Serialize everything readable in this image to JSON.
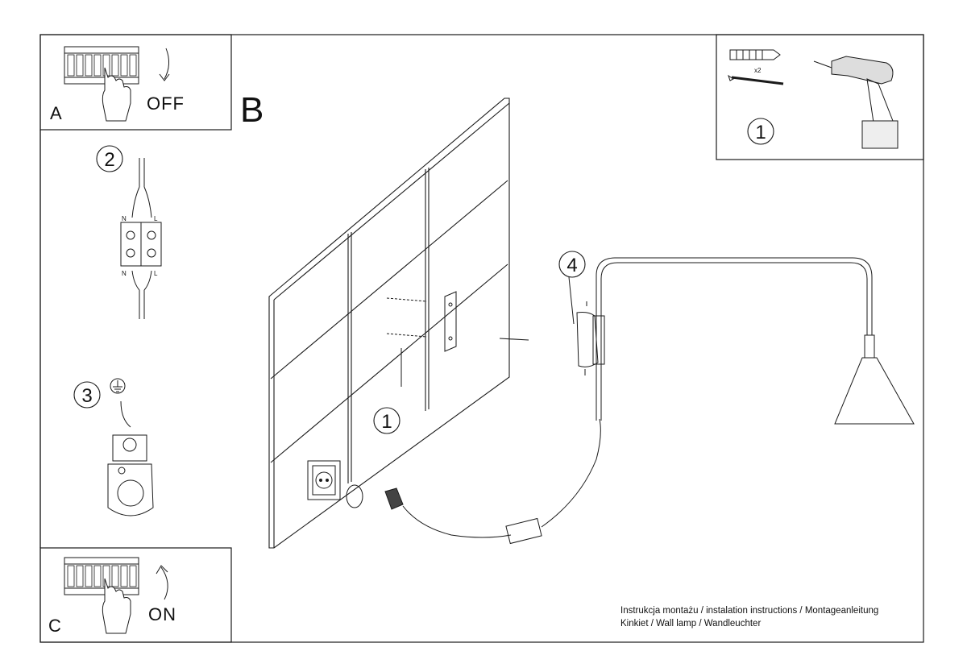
{
  "panels": {
    "a": {
      "letter": "A",
      "action": "OFF"
    },
    "b": {
      "letter": "B"
    },
    "c": {
      "letter": "C",
      "action": "ON"
    }
  },
  "steps": {
    "wiring": {
      "number": "2",
      "n_label": "N",
      "l_label": "L"
    },
    "ground": {
      "number": "3"
    },
    "tools": {
      "number": "1",
      "quantity": "x2"
    },
    "wall_anchor": {
      "number": "1"
    },
    "mount_screw": {
      "number": "4"
    }
  },
  "footer": {
    "line1": "Instrukcja montażu / instalation instructions / Montageanleitung",
    "line2": "Kinkiet / Wall lamp / Wandleuchter"
  },
  "colors": {
    "line": "#1a1a1a",
    "background": "#ffffff",
    "fill_dark": "#444444"
  }
}
